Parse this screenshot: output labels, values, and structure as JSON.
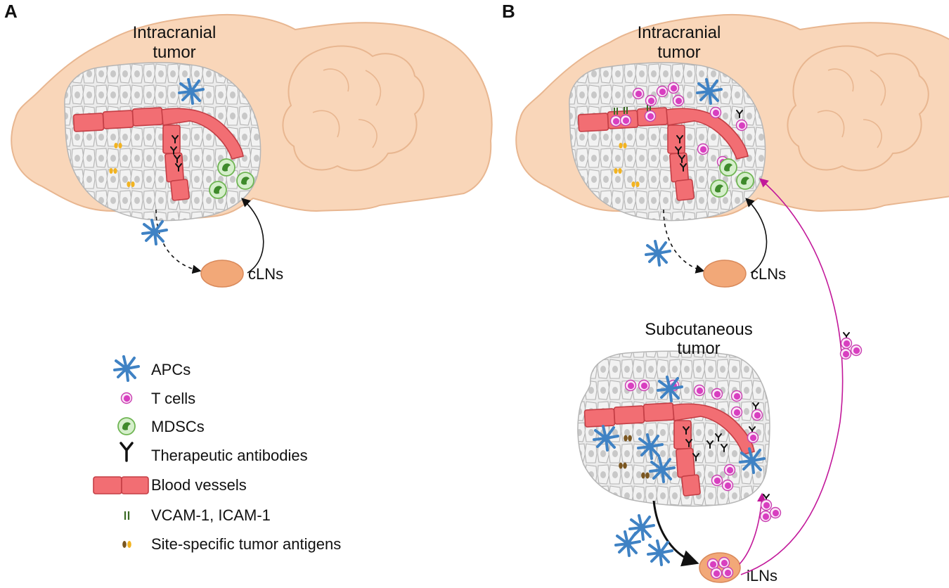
{
  "panels": {
    "a": {
      "letter": "A",
      "tumor_title_line1": "Intracranial",
      "tumor_title_line2": "tumor",
      "node_label": "cLNs"
    },
    "b": {
      "letter": "B",
      "tumor_title_line1": "Intracranial",
      "tumor_title_line2": "tumor",
      "node_label": "cLNs",
      "sub_title_line1": "Subcutaneous",
      "sub_title_line2": "tumor",
      "ilns_label": "iLNs"
    }
  },
  "legend": [
    {
      "icon": "apc-icon",
      "label": "APCs"
    },
    {
      "icon": "t-cell-icon",
      "label": "T cells"
    },
    {
      "icon": "mdsc-icon",
      "label": "MDSCs"
    },
    {
      "icon": "antibody-icon",
      "label": "Therapeutic antibodies"
    },
    {
      "icon": "blood-vessel-icon",
      "label": "Blood vessels"
    },
    {
      "icon": "vcam-icam-icon",
      "label": "VCAM-1,  ICAM-1"
    },
    {
      "icon": "tumor-antigen-icon",
      "label": "Site-specific tumor antigens"
    }
  ],
  "colors": {
    "brain": "#f9d6b9",
    "brain_outline": "#e8b690",
    "tumor_cell": "#ececec",
    "tumor_cell_outline": "#b5b5b5",
    "vessel": "#f26e73",
    "vessel_outline": "#c43e45",
    "apc": "#3f82c4",
    "t_cell": "#e04fc8",
    "mdsc": "#b9e3a9",
    "node": "#f2a878",
    "magenta_arrow": "#c2189a",
    "antigen_yellow": "#f2b320",
    "antigen_brown": "#7a5620",
    "vcam": "#3a6a24"
  }
}
